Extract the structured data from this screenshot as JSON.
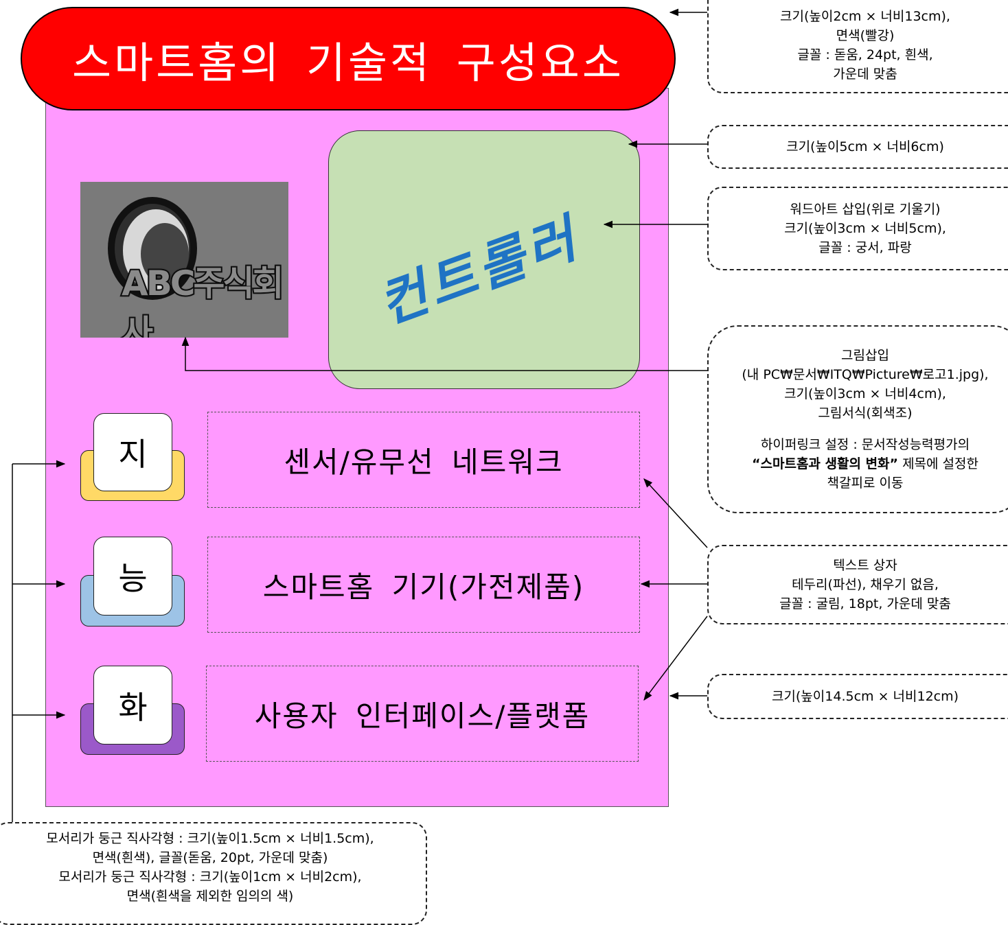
{
  "title": "스마트홈의 기술적 구성요소",
  "logo": {
    "text": "ABC주식회사"
  },
  "wordart": "컨트롤러",
  "items": [
    {
      "char": "지",
      "label": "센서/유무선 네트워크",
      "back_color": "#ffd966"
    },
    {
      "char": "능",
      "label": "스마트홈 기기(가전제품)",
      "back_color": "#9dc3e6"
    },
    {
      "char": "화",
      "label": "사용자 인터페이스/플랫폼",
      "back_color": "#9b59c9"
    }
  ],
  "notes": {
    "title_note": [
      "크기(높이2cm × 너비13cm),",
      "면색(빨강)",
      "글꼴 : 돋움, 24pt, 흰색,",
      "가운데 맞춤"
    ],
    "rect_note": "크기(높이5cm × 너비6cm)",
    "wordart_note": [
      "워드아트 삽입(위로 기울기)",
      "크기(높이3cm × 너비5cm),",
      "글꼴 : 궁서, 파랑"
    ],
    "picture_note": {
      "lines": [
        "그림삽입",
        "(내 PC₩문서₩ITQ₩Picture₩로고1.jpg),",
        "크기(높이3cm × 너비4cm),",
        "그림서식(회색조)"
      ],
      "hyperlink_prefix": "하이퍼링크 설정 : 문서작성능력평가의",
      "hyperlink_quote_open": "“",
      "hyperlink_bold": "스마트홈과 생활의 변화",
      "hyperlink_quote_close": "”",
      "hyperlink_suffix": " 제목에 설정한",
      "hyperlink_last": "책갈피로 이동"
    },
    "textbox_note": [
      "텍스트 상자",
      "테두리(파선), 채우기 없음,",
      "글꼴 : 굴림, 18pt, 가운데 맞춤"
    ],
    "panel_note": "크기(높이14.5cm × 너비12cm)",
    "bottom_note": [
      "모서리가 둥근 직사각형 : 크기(높이1.5cm × 너비1.5cm),",
      "면색(흰색), 글꼴(돋움, 20pt, 가운데 맞춤)",
      "모서리가 둥근 직사각형 : 크기(높이1cm × 너비2cm),",
      "면색(흰색을 제외한 임의의 색)"
    ]
  }
}
